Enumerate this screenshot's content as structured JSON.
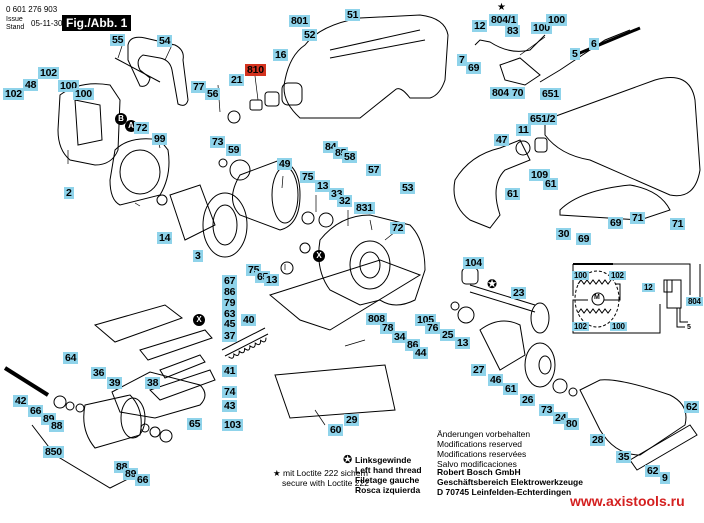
{
  "header": {
    "doc_number": "0 601 276 903",
    "issue_label_line1": "Issue",
    "issue_label_line2": "Stand",
    "issue_date": "05-11-30",
    "figure_title": "Fig./Abb. 1"
  },
  "highlight_color": "#8fd3ea",
  "highlight_red_color": "#d4331f",
  "labels": [
    {
      "id": "55",
      "text": "55"
    },
    {
      "id": "54",
      "text": "54"
    },
    {
      "id": "77",
      "text": "77"
    },
    {
      "id": "56",
      "text": "56"
    },
    {
      "id": "21",
      "text": "21"
    },
    {
      "id": "810",
      "text": "810",
      "red": true
    },
    {
      "id": "16",
      "text": "16"
    },
    {
      "id": "801",
      "text": "801"
    },
    {
      "id": "52",
      "text": "52"
    },
    {
      "id": "51",
      "text": "51"
    },
    {
      "id": "7",
      "text": "7"
    },
    {
      "id": "69a",
      "text": "69"
    },
    {
      "id": "12",
      "text": "12"
    },
    {
      "id": "804-1",
      "text": "804/1"
    },
    {
      "id": "83",
      "text": "83"
    },
    {
      "id": "100a",
      "text": "100"
    },
    {
      "id": "100b",
      "text": "100"
    },
    {
      "id": "5",
      "text": "5"
    },
    {
      "id": "6",
      "text": "6"
    },
    {
      "id": "804",
      "text": "804"
    },
    {
      "id": "70",
      "text": "70"
    },
    {
      "id": "651",
      "text": "651"
    },
    {
      "id": "651-2",
      "text": "651/2"
    },
    {
      "id": "11",
      "text": "11"
    },
    {
      "id": "102a",
      "text": "102"
    },
    {
      "id": "48",
      "text": "48"
    },
    {
      "id": "102b",
      "text": "102"
    },
    {
      "id": "100c",
      "text": "100"
    },
    {
      "id": "100d",
      "text": "100"
    },
    {
      "id": "72a",
      "text": "72"
    },
    {
      "id": "99",
      "text": "99"
    },
    {
      "id": "2",
      "text": "2"
    },
    {
      "id": "14",
      "text": "14"
    },
    {
      "id": "3",
      "text": "3"
    },
    {
      "id": "73a",
      "text": "73"
    },
    {
      "id": "59",
      "text": "59"
    },
    {
      "id": "49",
      "text": "49"
    },
    {
      "id": "75a",
      "text": "75"
    },
    {
      "id": "13a",
      "text": "13"
    },
    {
      "id": "33",
      "text": "33"
    },
    {
      "id": "32",
      "text": "32"
    },
    {
      "id": "831",
      "text": "831"
    },
    {
      "id": "72b",
      "text": "72"
    },
    {
      "id": "84",
      "text": "84"
    },
    {
      "id": "85",
      "text": "85"
    },
    {
      "id": "58",
      "text": "58"
    },
    {
      "id": "57",
      "text": "57"
    },
    {
      "id": "53",
      "text": "53"
    },
    {
      "id": "47",
      "text": "47"
    },
    {
      "id": "109",
      "text": "109"
    },
    {
      "id": "61a",
      "text": "61"
    },
    {
      "id": "61b",
      "text": "61"
    },
    {
      "id": "30",
      "text": "30"
    },
    {
      "id": "69b",
      "text": "69"
    },
    {
      "id": "69c",
      "text": "69"
    },
    {
      "id": "71a",
      "text": "71"
    },
    {
      "id": "71b",
      "text": "71"
    },
    {
      "id": "75b",
      "text": "75"
    },
    {
      "id": "65a",
      "text": "65"
    },
    {
      "id": "13b",
      "text": "13"
    },
    {
      "id": "67",
      "text": "67"
    },
    {
      "id": "86a",
      "text": "86"
    },
    {
      "id": "79",
      "text": "79"
    },
    {
      "id": "63",
      "text": "63"
    },
    {
      "id": "45",
      "text": "45"
    },
    {
      "id": "37",
      "text": "37"
    },
    {
      "id": "40",
      "text": "40"
    },
    {
      "id": "64",
      "text": "64"
    },
    {
      "id": "36",
      "text": "36"
    },
    {
      "id": "39",
      "text": "39"
    },
    {
      "id": "38",
      "text": "38"
    },
    {
      "id": "41",
      "text": "41"
    },
    {
      "id": "74",
      "text": "74"
    },
    {
      "id": "43",
      "text": "43"
    },
    {
      "id": "103",
      "text": "103"
    },
    {
      "id": "65b",
      "text": "65"
    },
    {
      "id": "42",
      "text": "42"
    },
    {
      "id": "66a",
      "text": "66"
    },
    {
      "id": "89a",
      "text": "89"
    },
    {
      "id": "88a",
      "text": "88"
    },
    {
      "id": "850",
      "text": "850"
    },
    {
      "id": "88b",
      "text": "88"
    },
    {
      "id": "89b",
      "text": "89"
    },
    {
      "id": "66b",
      "text": "66"
    },
    {
      "id": "808",
      "text": "808"
    },
    {
      "id": "78",
      "text": "78"
    },
    {
      "id": "34",
      "text": "34"
    },
    {
      "id": "86b",
      "text": "86"
    },
    {
      "id": "44",
      "text": "44"
    },
    {
      "id": "29",
      "text": "29"
    },
    {
      "id": "60",
      "text": "60"
    },
    {
      "id": "104",
      "text": "104"
    },
    {
      "id": "23",
      "text": "23"
    },
    {
      "id": "105",
      "text": "105"
    },
    {
      "id": "76",
      "text": "76"
    },
    {
      "id": "25",
      "text": "25"
    },
    {
      "id": "13c",
      "text": "13"
    },
    {
      "id": "27",
      "text": "27"
    },
    {
      "id": "46",
      "text": "46"
    },
    {
      "id": "61c",
      "text": "61"
    },
    {
      "id": "26",
      "text": "26"
    },
    {
      "id": "73b",
      "text": "73"
    },
    {
      "id": "24",
      "text": "24"
    },
    {
      "id": "80",
      "text": "80"
    },
    {
      "id": "28",
      "text": "28"
    },
    {
      "id": "35",
      "text": "35"
    },
    {
      "id": "62a",
      "text": "62"
    },
    {
      "id": "62b",
      "text": "62"
    },
    {
      "id": "9",
      "text": "9"
    },
    {
      "id": "w100a",
      "text": "100"
    },
    {
      "id": "w102a",
      "text": "102"
    },
    {
      "id": "w12",
      "text": "12"
    },
    {
      "id": "w804",
      "text": "804"
    },
    {
      "id": "w102b",
      "text": "102"
    },
    {
      "id": "w100b",
      "text": "100"
    }
  ],
  "markers": {
    "A": "A",
    "B": "B",
    "X": "X"
  },
  "wiring": {
    "motor_symbol": "M",
    "terminal": "5"
  },
  "notes": {
    "loctite_de": "mit Loctite 222 sichern",
    "loctite_en": "secure with Loctite 222",
    "left_thread_de": "Linksgewinde",
    "left_thread_en": "Left hand thread",
    "left_thread_fr": "Filetage gauche",
    "left_thread_es": "Rosca izquierda",
    "mod_de": "Änderungen vorbehalten",
    "mod_en": "Modifications reserved",
    "mod_fr": "Modifications reservées",
    "mod_es": "Salvo modificaciones",
    "company1": "Robert Bosch GmbH",
    "company2": "Geschäftsbereich Elektrowerkzeuge",
    "company3": "D 70745 Leinfelden-Echterdingen"
  },
  "watermark": "www.axistools.ru"
}
